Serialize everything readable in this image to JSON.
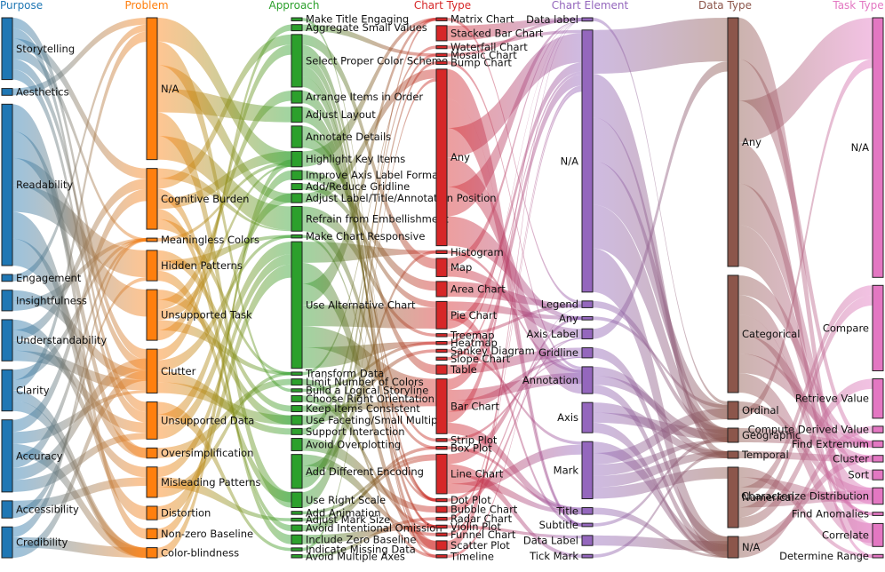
{
  "columns": [
    {
      "name": "Purpose",
      "color": "#1f77b4",
      "nodes": [
        {
          "label": "Storytelling",
          "size": 36
        },
        {
          "label": "Aesthetics",
          "size": 4
        },
        {
          "label": "Readability",
          "size": 94
        },
        {
          "label": "Engagement",
          "size": 4
        },
        {
          "label": "Insightfulness",
          "size": 12
        },
        {
          "label": "Understandability",
          "size": 24
        },
        {
          "label": "Clarity",
          "size": 24
        },
        {
          "label": "Accuracy",
          "size": 42
        },
        {
          "label": "Accessibility",
          "size": 10
        },
        {
          "label": "Credibility",
          "size": 18
        }
      ]
    },
    {
      "name": "Problem",
      "color": "#ff7f0e",
      "nodes": [
        {
          "label": "N/A",
          "size": 84
        },
        {
          "label": "Cognitive Burden",
          "size": 36
        },
        {
          "label": "Meaningless Colors",
          "size": 2
        },
        {
          "label": "Hidden Patterns",
          "size": 18
        },
        {
          "label": "Unsupported Task",
          "size": 30
        },
        {
          "label": "Clutter",
          "size": 26
        },
        {
          "label": "Unsupported Data",
          "size": 22
        },
        {
          "label": "Oversimplification",
          "size": 6
        },
        {
          "label": "Misleading Patterns",
          "size": 18
        },
        {
          "label": "Distortion",
          "size": 8
        },
        {
          "label": "Non-zero Baseline",
          "size": 6
        },
        {
          "label": "Color-blindness",
          "size": 6
        }
      ]
    },
    {
      "name": "Approach",
      "color": "#2ca02c",
      "nodes": [
        {
          "label": "Make Title Engaging",
          "size": 2
        },
        {
          "label": "Aggregate Small Values",
          "size": 4
        },
        {
          "label": "Select Proper Color Scheme",
          "size": 34
        },
        {
          "label": "Arrange Items in Order",
          "size": 8
        },
        {
          "label": "Adjust Layout",
          "size": 10
        },
        {
          "label": "Annotate Details",
          "size": 14
        },
        {
          "label": "Highlight Key Items",
          "size": 10
        },
        {
          "label": "Improve Axis Label Format",
          "size": 6
        },
        {
          "label": "Add/Reduce Gridline",
          "size": 4
        },
        {
          "label": "Adjust Label/Title/Annotation Position",
          "size": 6
        },
        {
          "label": "Refrain from Embellishment",
          "size": 16
        },
        {
          "label": "Make Chart Responsive",
          "size": 2
        },
        {
          "label": "Use Alternative Chart",
          "size": 82
        },
        {
          "label": "Transform Data",
          "size": 2
        },
        {
          "label": "Limit Number of Colors",
          "size": 4
        },
        {
          "label": "Build a Logical Storyline",
          "size": 2
        },
        {
          "label": "Choose Right Orientation",
          "size": 4
        },
        {
          "label": "Keep Items Consistent",
          "size": 4
        },
        {
          "label": "Use Faceting/Small Multiple",
          "size": 6
        },
        {
          "label": "Support Interaction",
          "size": 4
        },
        {
          "label": "Avoid Overplotting",
          "size": 8
        },
        {
          "label": "Add Different Encoding",
          "size": 22
        },
        {
          "label": "Use Right Scale",
          "size": 10
        },
        {
          "label": "Add Animation",
          "size": 2
        },
        {
          "label": "Adjust Mark Size",
          "size": 2
        },
        {
          "label": "Avoid Intentional Omission",
          "size": 4
        },
        {
          "label": "Include Zero Baseline",
          "size": 6
        },
        {
          "label": "Indicate Missing Data",
          "size": 2
        },
        {
          "label": "Avoid Multiple Axes",
          "size": 2
        }
      ]
    },
    {
      "name": "Chart Type",
      "color": "#d62728",
      "nodes": [
        {
          "label": "Matrix Chart",
          "size": 2
        },
        {
          "label": "Stacked Bar Chart",
          "size": 10
        },
        {
          "label": "Waterfall Chart",
          "size": 2
        },
        {
          "label": "Mosaic Chart",
          "size": 2
        },
        {
          "label": "Bump Chart",
          "size": 2
        },
        {
          "label": "Any",
          "size": 116
        },
        {
          "label": "Histogram",
          "size": 2
        },
        {
          "label": "Map",
          "size": 12
        },
        {
          "label": "Area Chart",
          "size": 10
        },
        {
          "label": "Pie Chart",
          "size": 18
        },
        {
          "label": "Treemap",
          "size": 2
        },
        {
          "label": "Heatmap",
          "size": 2
        },
        {
          "label": "Sankey Diagram",
          "size": 2
        },
        {
          "label": "Slope Chart",
          "size": 2
        },
        {
          "label": "Table",
          "size": 6
        },
        {
          "label": "Bar Chart",
          "size": 36
        },
        {
          "label": "Strip Plot",
          "size": 2
        },
        {
          "label": "Box Plot",
          "size": 2
        },
        {
          "label": "Line Chart",
          "size": 26
        },
        {
          "label": "Dot Plot",
          "size": 2
        },
        {
          "label": "Bubble Chart",
          "size": 4
        },
        {
          "label": "Radar Chart",
          "size": 2
        },
        {
          "label": "Violin Plot",
          "size": 2
        },
        {
          "label": "Funnel Chart",
          "size": 2
        },
        {
          "label": "Scatter Plot",
          "size": 6
        },
        {
          "label": "Timeline",
          "size": 2
        }
      ]
    },
    {
      "name": "Chart Element",
      "color": "#9467bd",
      "nodes": [
        {
          "label": "Data label",
          "size": 2
        },
        {
          "label": "N/A",
          "size": 156
        },
        {
          "label": "Legend",
          "size": 4
        },
        {
          "label": "Any",
          "size": 2
        },
        {
          "label": "Axis Label",
          "size": 6
        },
        {
          "label": "Gridline",
          "size": 6
        },
        {
          "label": "Annotation",
          "size": 16
        },
        {
          "label": "Axis",
          "size": 18
        },
        {
          "label": "Mark",
          "size": 34
        },
        {
          "label": "Title",
          "size": 4
        },
        {
          "label": "Subtitle",
          "size": 2
        },
        {
          "label": "Data Label",
          "size": 6
        },
        {
          "label": "Tick Mark",
          "size": 2
        }
      ]
    },
    {
      "name": "Data Type",
      "color": "#8c564b",
      "nodes": [
        {
          "label": "Any",
          "size": 140
        },
        {
          "label": "Categorical",
          "size": 66
        },
        {
          "label": "Ordinal",
          "size": 10
        },
        {
          "label": "Geographic",
          "size": 8
        },
        {
          "label": "Temporal",
          "size": 4
        },
        {
          "label": "Numerical",
          "size": 34
        },
        {
          "label": "N/A",
          "size": 12
        }
      ]
    },
    {
      "name": "Task Type",
      "color": "#e377c2",
      "nodes": [
        {
          "label": "N/A",
          "size": 158
        },
        {
          "label": "Compare",
          "size": 52
        },
        {
          "label": "Retrieve Value",
          "size": 24
        },
        {
          "label": "Compute Derived Value",
          "size": 4
        },
        {
          "label": "Find Extremum",
          "size": 4
        },
        {
          "label": "Cluster",
          "size": 4
        },
        {
          "label": "Sort",
          "size": 6
        },
        {
          "label": "Characterize Distribution",
          "size": 10
        },
        {
          "label": "Find Anomalies",
          "size": 2
        },
        {
          "label": "Correlate",
          "size": 14
        },
        {
          "label": "Determine Range",
          "size": 2
        }
      ]
    }
  ]
}
